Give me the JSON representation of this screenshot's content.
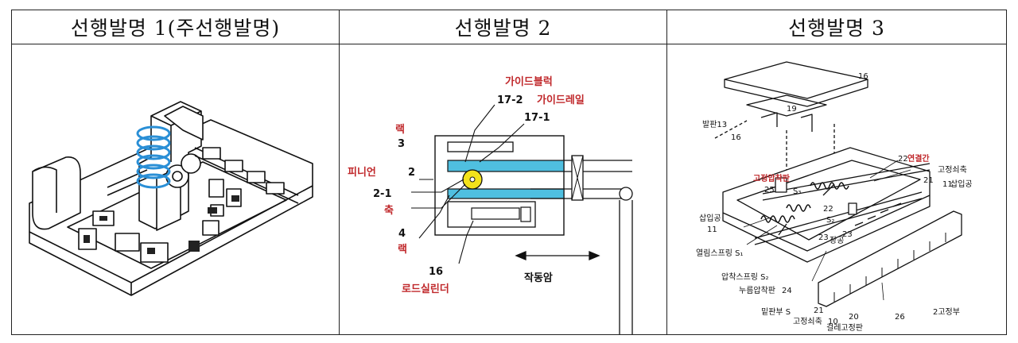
{
  "table": {
    "headers": [
      "선행발명 1(주선행발명)",
      "선행발명 2",
      "선행발명 3"
    ]
  },
  "fig2": {
    "guide_block": "가이드블럭",
    "n17_2": "17-2",
    "guide_rail": "가이드레일",
    "n17_1": "17-1",
    "rack_top": "랙",
    "n3": "3",
    "pinion": "피니언",
    "n2": "2",
    "n2_1": "2-1",
    "shaft": "축",
    "n4": "4",
    "rack_bottom": "랙",
    "n16": "16",
    "rod_cylinder": "로드실린더",
    "arm": "작동암"
  },
  "fig3": {
    "n16a": "16",
    "plate13": "발판13",
    "n16b": "16",
    "n19": "19",
    "connector": "연결간",
    "n22a": "22",
    "fixed_shaft_r": "고정쇠축",
    "n11r": "11",
    "hole_r": "삽입공",
    "fixed_hook": "고정압착판",
    "n25": "25",
    "s3": "S₃",
    "n21": "21",
    "n22b": "22",
    "s2": "S₂",
    "n23a": "23",
    "hole_l": "삽입공",
    "n11l": "11",
    "n23b": "23",
    "long_hole": "장공",
    "open_spring": "열림스프링 S₁",
    "press_spring": "압착스프링 S₂",
    "press_plate": "누름압착판",
    "n24a": "24",
    "bottom": "밑판부 S",
    "n21b": "21",
    "fixed_shaft_b": "고정쇠축",
    "n10": "10",
    "n20": "20",
    "cloth_plate": "걸레고정판",
    "n26": "26",
    "fixed_part": "2고정부"
  }
}
